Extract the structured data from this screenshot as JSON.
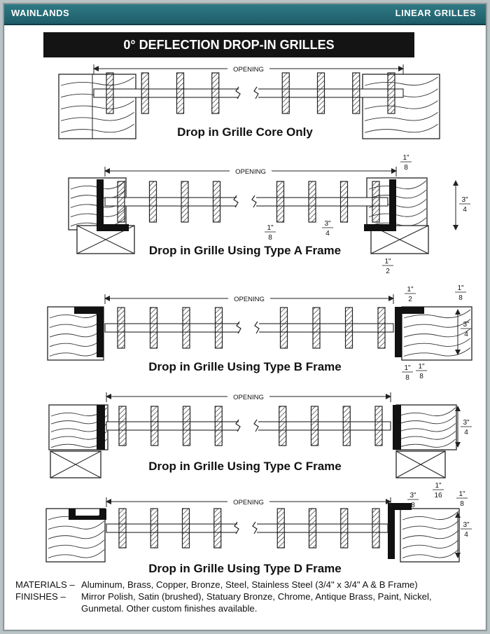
{
  "header": {
    "brand": "WAINLANDS",
    "section": "LINEAR GRILLES"
  },
  "title": "0° DEFLECTION DROP-IN GRILLES",
  "dims": {
    "opening": "OPENING",
    "eighth_num": "1\"",
    "eighth_den": "8",
    "half_num": "1\"",
    "half_den": "2",
    "threequarter_num": "3\"",
    "threequarter_den": "4",
    "sixteenth_num": "1\"",
    "sixteenth_den": "16",
    "threeeighth_num": "3\"",
    "threeeighth_den": "8"
  },
  "diagrams": [
    {
      "caption": "Drop in Grille Core Only"
    },
    {
      "caption": "Drop in Grille Using Type A Frame"
    },
    {
      "caption": "Drop in Grille Using Type B Frame"
    },
    {
      "caption": "Drop in Grille Using Type C Frame"
    },
    {
      "caption": "Drop in Grille Using Type D Frame"
    }
  ],
  "notes": {
    "materials_label": "MATERIALS –",
    "materials_text": "Aluminum, Brass, Copper, Bronze, Steel, Stainless Steel (3/4\" x 3/4\" A & B Frame)",
    "finishes_label": "FINISHES –",
    "finishes_text": "Mirror Polish, Satin (brushed), Statuary Bronze, Chrome, Antique Brass, Paint, Nickel,",
    "finishes_text2": "Gunmetal. Other custom finishes available."
  }
}
